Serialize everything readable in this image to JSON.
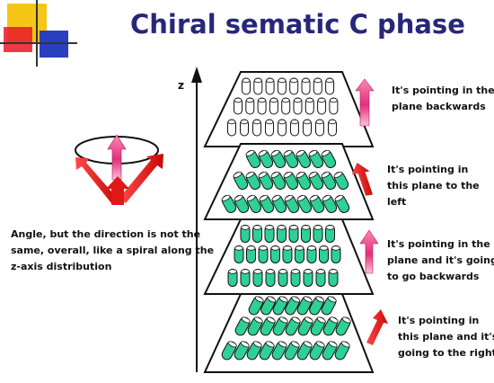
{
  "title": "Chiral sematic C phase",
  "axis_label": "z",
  "left_caption": [
    "Angle, but the direction is not the",
    "same, overall, like a spiral along the",
    "z-axis distribution"
  ],
  "layers": [
    {
      "lines": [
        "It's pointing in the",
        "plane backwards"
      ],
      "arrow_color": "#e0408a",
      "molecule_fill": "#ffffff"
    },
    {
      "lines": [
        "It's pointing in",
        "this plane to the",
        "left"
      ],
      "arrow_color": "#e01818",
      "molecule_fill": "#2fd095"
    },
    {
      "lines": [
        "It's pointing in the",
        "plane and it's going",
        "to go backwards"
      ],
      "arrow_color": "#e0408a",
      "molecule_fill": "#2fd095"
    },
    {
      "lines": [
        "It's pointing in",
        "this plane and it's",
        "going to the right"
      ],
      "arrow_color": "#e01818",
      "molecule_fill": "#2fd095"
    }
  ],
  "colors": {
    "title": "#27277a",
    "accent_yellow": "#f5c518",
    "accent_red": "#e8192c",
    "accent_blue": "#2a3fbf"
  }
}
